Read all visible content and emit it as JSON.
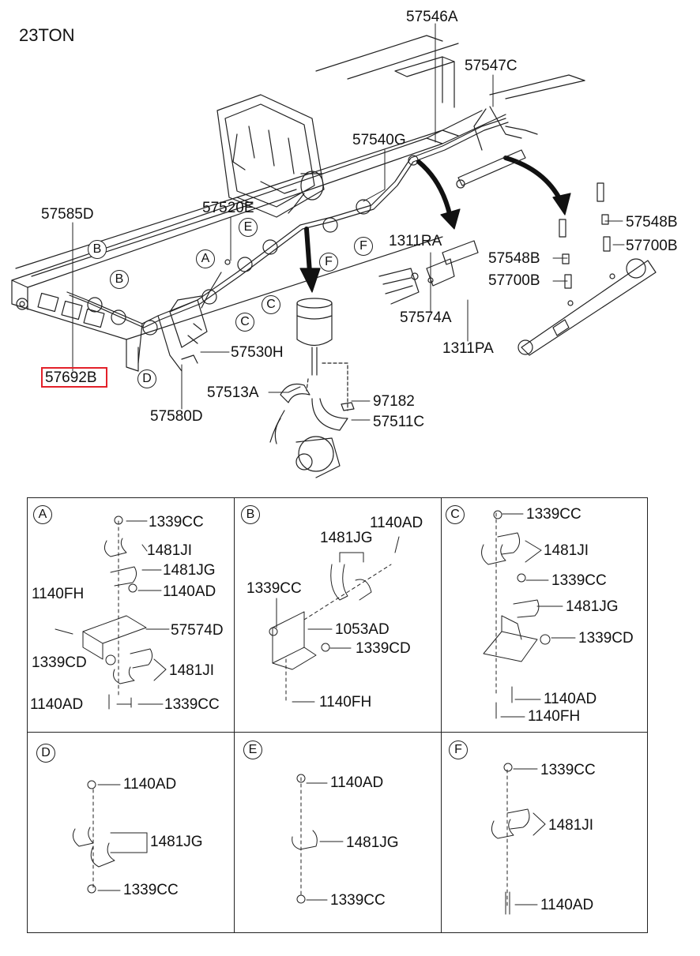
{
  "title": "23TON",
  "highlighted_part": "57692B",
  "callouts": {
    "c57546A": "57546A",
    "c57547C": "57547C",
    "c57540G": "57540G",
    "c57585D": "57585D",
    "c57520E": "57520E",
    "c1311RA": "1311RA",
    "c57548B_a": "57548B",
    "c57700B_a": "57700B",
    "c57548B_b": "57548B",
    "c57700B_b": "57700B",
    "c57574A": "57574A",
    "c1311PA": "1311PA",
    "c57530H": "57530H",
    "c57513A": "57513A",
    "c97182": "97182",
    "c57511C": "57511C",
    "c57580D": "57580D"
  },
  "markers": {
    "A": "A",
    "B1": "B",
    "B2": "B",
    "C1": "C",
    "C2": "C",
    "D": "D",
    "E": "E",
    "F1": "F",
    "F2": "F"
  },
  "details": {
    "A": {
      "letter": "A",
      "labels": [
        "1339CC",
        "1481JI",
        "1481JG",
        "1140AD",
        "1140FH",
        "57574D",
        "1339CD",
        "1481JI",
        "1140AD",
        "1339CC"
      ]
    },
    "B": {
      "letter": "B",
      "labels": [
        "1140AD",
        "1481JG",
        "1339CC",
        "1053AD",
        "1339CD",
        "1140FH"
      ]
    },
    "C": {
      "letter": "C",
      "labels": [
        "1339CC",
        "1481JI",
        "1339CC",
        "1481JG",
        "1339CD",
        "1140AD",
        "1140FH"
      ]
    },
    "D": {
      "letter": "D",
      "labels": [
        "1140AD",
        "1481JG",
        "1339CC"
      ]
    },
    "E": {
      "letter": "E",
      "labels": [
        "1140AD",
        "1481JG",
        "1339CC"
      ]
    },
    "F": {
      "letter": "F",
      "labels": [
        "1339CC",
        "1481JI",
        "1140AD"
      ]
    }
  }
}
